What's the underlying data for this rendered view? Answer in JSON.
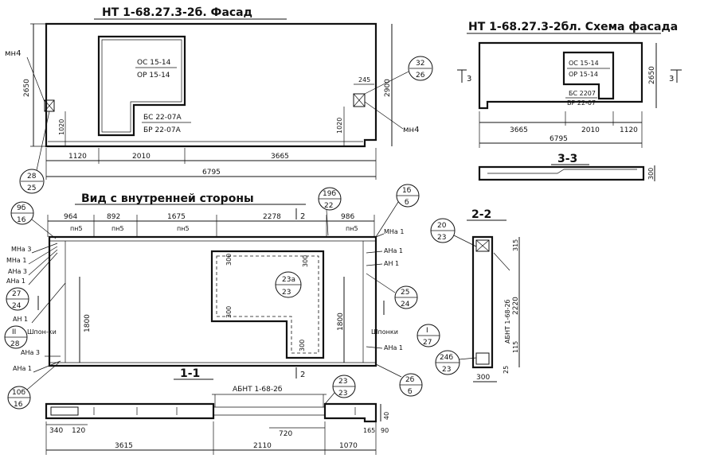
{
  "titles": {
    "facade": "НТ 1-68.27.3-2б. Фасад",
    "scheme": "НТ 1-68.27.3-2бл. Схема фасада",
    "inner": "Вид с внутренней стороны",
    "sec11": "1-1",
    "sec22": "2-2",
    "sec33": "3-3"
  },
  "facade": {
    "win_top_1": "ОС 15-14",
    "win_bot_1": "ОР 15-14",
    "win_top_2": "БС 22-07А",
    "win_bot_2": "БР 22-07А",
    "dim_left_h": "2650",
    "dim_left_1020": "1020",
    "dim_right_1020": "1020",
    "dim_right_h": "2900",
    "dim_245": "245",
    "dims_bottom": [
      "1120",
      "2010",
      "3665"
    ],
    "dim_total": "6795",
    "mn_left": "мн4",
    "mn_right": "мн4",
    "bubble_left_top": "28",
    "bubble_left_bot": "25",
    "bubble_right_top": "32",
    "bubble_right_bot": "26"
  },
  "scheme": {
    "win_top_1": "ОС 15-14",
    "win_bot_1": "ОР 15-14",
    "win_top_2": "БС 2207",
    "win_bot_2": "БР 22-07",
    "dim_h": "2650",
    "dims_bottom": [
      "3665",
      "2010",
      "1120"
    ],
    "dim_total": "6795",
    "cut_mark": "3",
    "dim_300": "300"
  },
  "inner": {
    "dims_top": [
      "964",
      "892",
      "1675",
      "2278",
      "986"
    ],
    "pn": [
      "пн5",
      "пн5",
      "пн5",
      "пн5"
    ],
    "dim_1800_left": "1800",
    "dim_1800_right": "1800",
    "dim_300a": "300",
    "dim_300b": "300",
    "dim_300c": "300",
    "dim_300d": "300",
    "labels_left": [
      "МНа 3",
      "МНа 1",
      "АНа 3",
      "АНа 1",
      "АН 1",
      "Шпон-ки",
      "АНа 3",
      "АНа 1"
    ],
    "labels_right": [
      "МНа 1",
      "АНа 1",
      "АН 1",
      "Шпонки",
      "АНа 1"
    ],
    "bubbles": [
      {
        "top": "9б",
        "bot": "16"
      },
      {
        "top": "19б",
        "bot": "22"
      },
      {
        "top": "1б",
        "bot": "б"
      },
      {
        "top": "27",
        "bot": "24"
      },
      {
        "top": "II",
        "bot": "28"
      },
      {
        "top": "10б",
        "bot": "16"
      },
      {
        "top": "23а",
        "bot": "23"
      },
      {
        "top": "25",
        "bot": "24"
      },
      {
        "top": "I",
        "bot": "27"
      },
      {
        "top": "2б",
        "bot": "б"
      }
    ],
    "cut1": "1",
    "cut2": "2"
  },
  "section11": {
    "label": "АБНТ 1-68-2б",
    "bubble_top": "23",
    "bubble_bot": "23",
    "dim_720": "720",
    "dims_left": [
      "340",
      "120"
    ],
    "dims_right": [
      "165",
      "90"
    ],
    "dim_40": "40",
    "dims_bottom": [
      "3615",
      "2110",
      "1070"
    ]
  },
  "section22": {
    "bubble_top": "20",
    "bubble_bot": "23",
    "bubble2_top": "24б",
    "bubble2_bot": "23",
    "label": "АБНТ 1-68-2б",
    "dims_right": [
      "315",
      "2220",
      "115",
      "25"
    ],
    "dim_bottom": "300"
  }
}
